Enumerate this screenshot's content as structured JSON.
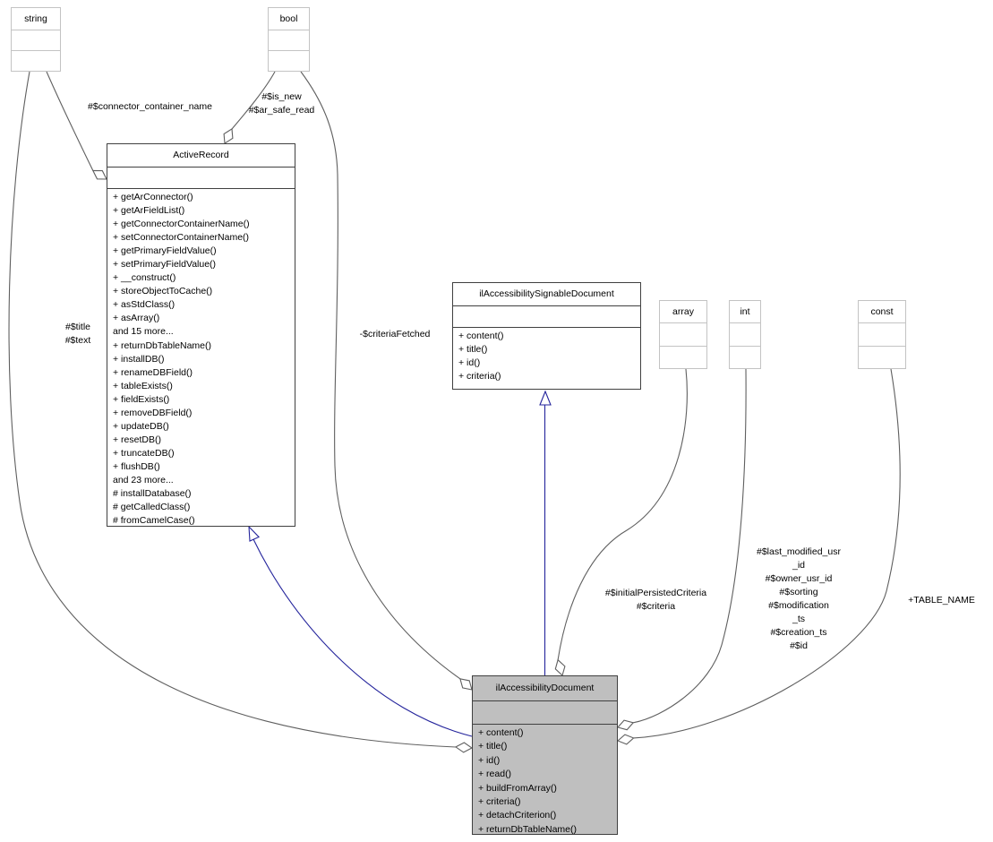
{
  "diagram": {
    "title": "ilAccessibilityDocument collaboration diagram",
    "type": "uml-collaboration-diagram"
  },
  "colors": {
    "edge": "#5f5f5f",
    "inheritance": "#24249c",
    "plain_border": "#c3c3c3",
    "solid_border": "#404040",
    "focus_fill": "#bfbfbf",
    "node_fill": "#ffffff",
    "background": "#ffffff"
  },
  "boxes": {
    "string": {
      "title": "string"
    },
    "bool": {
      "title": "bool"
    },
    "array": {
      "title": "array"
    },
    "int": {
      "title": "int"
    },
    "const": {
      "title": "const"
    },
    "active_record": {
      "title": "ActiveRecord",
      "members": [
        "+ getArConnector()",
        "+ getArFieldList()",
        "+ getConnectorContainerName()",
        "+ setConnectorContainerName()",
        "+ getPrimaryFieldValue()",
        "+ setPrimaryFieldValue()",
        "+ __construct()",
        "+ storeObjectToCache()",
        "+ asStdClass()",
        "+ asArray()",
        "and 15 more...",
        "+ returnDbTableName()",
        "+ installDB()",
        "+ renameDBField()",
        "+ tableExists()",
        "+ fieldExists()",
        "+ removeDBField()",
        "+ updateDB()",
        "+ resetDB()",
        "+ truncateDB()",
        "+ flushDB()",
        "and 23 more...",
        "# installDatabase()",
        "# getCalledClass()",
        "# fromCamelCase()"
      ]
    },
    "signable_document": {
      "title": "ilAccessibilitySignableDocument",
      "members": [
        "+ content()",
        "+ title()",
        "+ id()",
        "+ criteria()"
      ]
    },
    "accessibility_document": {
      "title": "ilAccessibilityDocument",
      "members": [
        "+ content()",
        "+ title()",
        "+ id()",
        "+ read()",
        "+ buildFromArray()",
        "+ criteria()",
        "+ detachCriterion()",
        "+ returnDbTableName()"
      ]
    }
  },
  "edge_labels": {
    "connector_container_name": "#$connector_container_name",
    "is_new_ar_safe_read": "#$is_new\n#$ar_safe_read",
    "title_text": "#$title\n#$text",
    "criteria_fetched": "-$criteriaFetched",
    "initial_persisted_criteria": "#$initialPersistedCriteria\n#$criteria",
    "int_fields": "#$last_modified_usr\n_id\n#$owner_usr_id\n#$sorting\n#$modification\n_ts\n#$creation_ts\n#$id",
    "table_name": "+TABLE_NAME"
  }
}
